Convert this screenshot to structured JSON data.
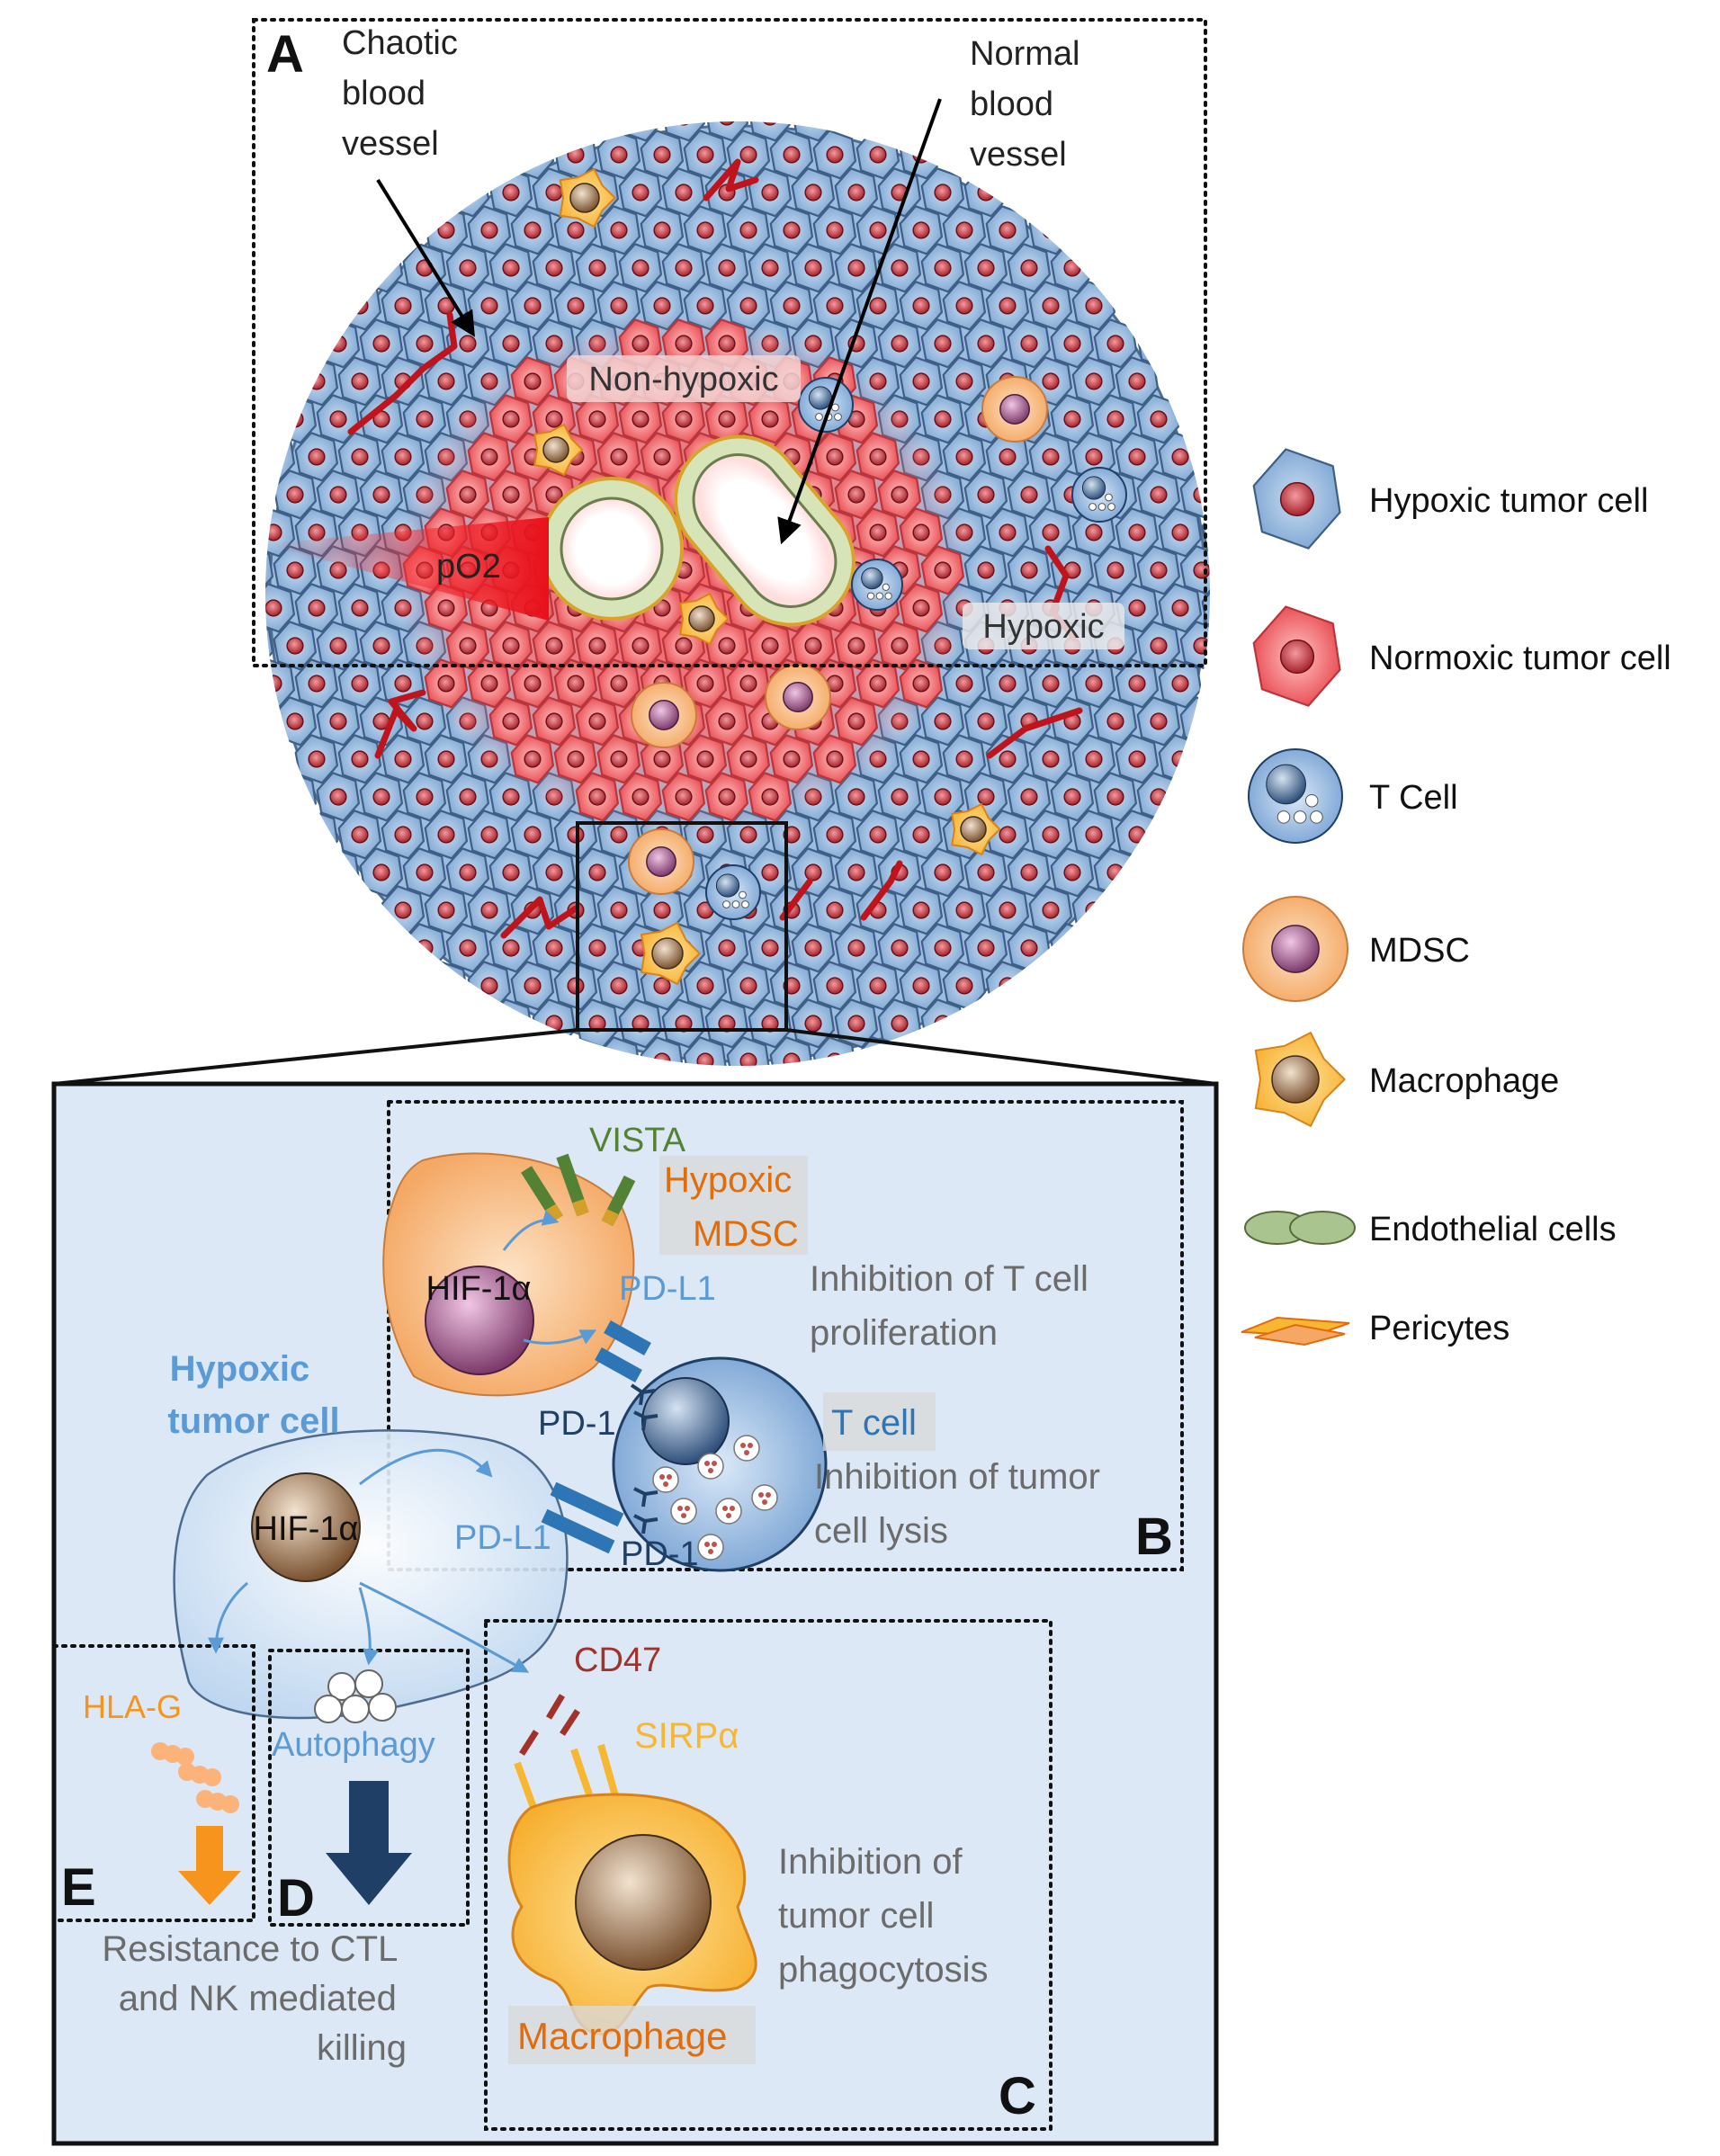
{
  "panel_a": {
    "letter": "A",
    "chaotic_label": [
      "Chaotic",
      "blood",
      "vessel"
    ],
    "normal_label": [
      "Normal",
      "blood",
      "vessel"
    ],
    "non_hypoxic": "Non-hypoxic",
    "hypoxic": "Hypoxic",
    "po2": "pO2"
  },
  "legend": {
    "items": [
      {
        "icon": "hypoxic-tumor-cell-icon",
        "label": "Hypoxic tumor cell"
      },
      {
        "icon": "normoxic-tumor-cell-icon",
        "label": "Normoxic tumor cell"
      },
      {
        "icon": "t-cell-icon",
        "label": "T Cell"
      },
      {
        "icon": "mdsc-icon",
        "label": "MDSC"
      },
      {
        "icon": "macrophage-icon",
        "label": "Macrophage"
      },
      {
        "icon": "endothelial-cells-icon",
        "label": "Endothelial cells"
      },
      {
        "icon": "pericytes-icon",
        "label": "Pericytes"
      }
    ]
  },
  "panel_b": {
    "letter": "B",
    "vista": "VISTA",
    "hypoxic_mdsc": [
      "Hypoxic",
      "MDSC"
    ],
    "hif_mdsc": "HIF-1α",
    "pdl1_mdsc": "PD-L1",
    "pd1_top": "PD-1",
    "t_cell": "T cell",
    "pd1_bottom": "PD-1",
    "inhib_prolif": [
      "Inhibition of T cell",
      "proliferation"
    ],
    "inhib_lysis": [
      "Inhibition of tumor",
      "cell lysis"
    ]
  },
  "tumor_cell": {
    "title": [
      "Hypoxic",
      "tumor cell"
    ],
    "hif": "HIF-1α",
    "pdl1": "PD-L1"
  },
  "panel_c": {
    "letter": "C",
    "cd47": "CD47",
    "sirpa": "SIRPα",
    "macrophage": "Macrophage",
    "inhib_phago": [
      "Inhibition of",
      "tumor cell",
      "phagocytosis"
    ]
  },
  "panel_d": {
    "letter": "D",
    "autophagy": "Autophagy"
  },
  "panel_e": {
    "letter": "E",
    "hla_g": "HLA-G"
  },
  "resistance": [
    "Resistance to CTL",
    "and NK mediated",
    "killing"
  ],
  "colors": {
    "hypoxic_cell": "#8fb4dc",
    "normoxic_cell": "#ee5a5e",
    "mdsc": "#f7b77d",
    "macrophage": "#f7b733",
    "panel_bg": "#dce8f6",
    "arrow_blue": "#5b9bd5",
    "navy": "#1f3f66",
    "orange_arrow": "#f7941d",
    "label_orange": "#e26b0a",
    "label_green": "#548235",
    "label_grey": "#6b6b6b",
    "label_blue": "#5b9bd5",
    "brown_red": "#a0322a"
  }
}
